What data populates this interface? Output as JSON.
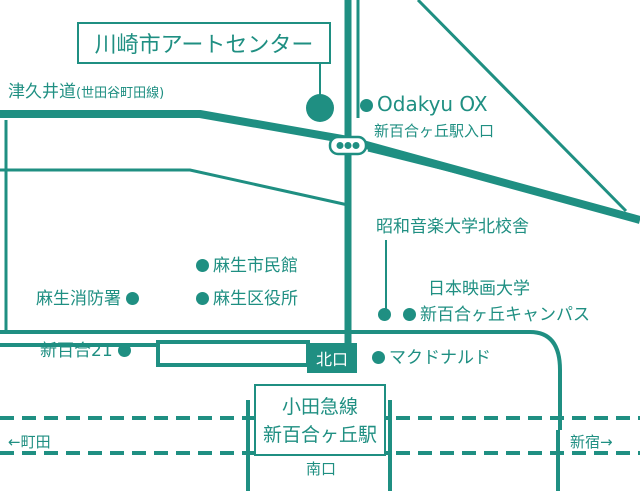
{
  "facility": {
    "name": "川崎市アートセンター"
  },
  "roads": {
    "tsukui_michi": {
      "name": "津久井道",
      "sub": "(世田谷町田線)"
    }
  },
  "landmarks": {
    "odakyu_ox": {
      "name": "Odakyu OX",
      "entrance": "新百合ヶ丘駅入口"
    },
    "showa_college": "昭和音楽大学北校舎",
    "nihon_eiga": {
      "line1": "日本映画大学",
      "line2": "新百合ヶ丘キャンパス"
    },
    "asao_shimin": "麻生市民館",
    "asao_kuyakusho": "麻生区役所",
    "asao_fire": "麻生消防署",
    "shinyuri21": "新百合21",
    "mcdonalds": "マクドナルド"
  },
  "station": {
    "line": "小田急線",
    "name": "新百合ヶ丘駅",
    "north_exit": "北口",
    "south_exit": "南口"
  },
  "directions": {
    "west": "←町田",
    "east": "新宿→"
  },
  "colors": {
    "accent": "#1f8f82",
    "road_fill": "#ffffff",
    "background": "#ffffff"
  }
}
